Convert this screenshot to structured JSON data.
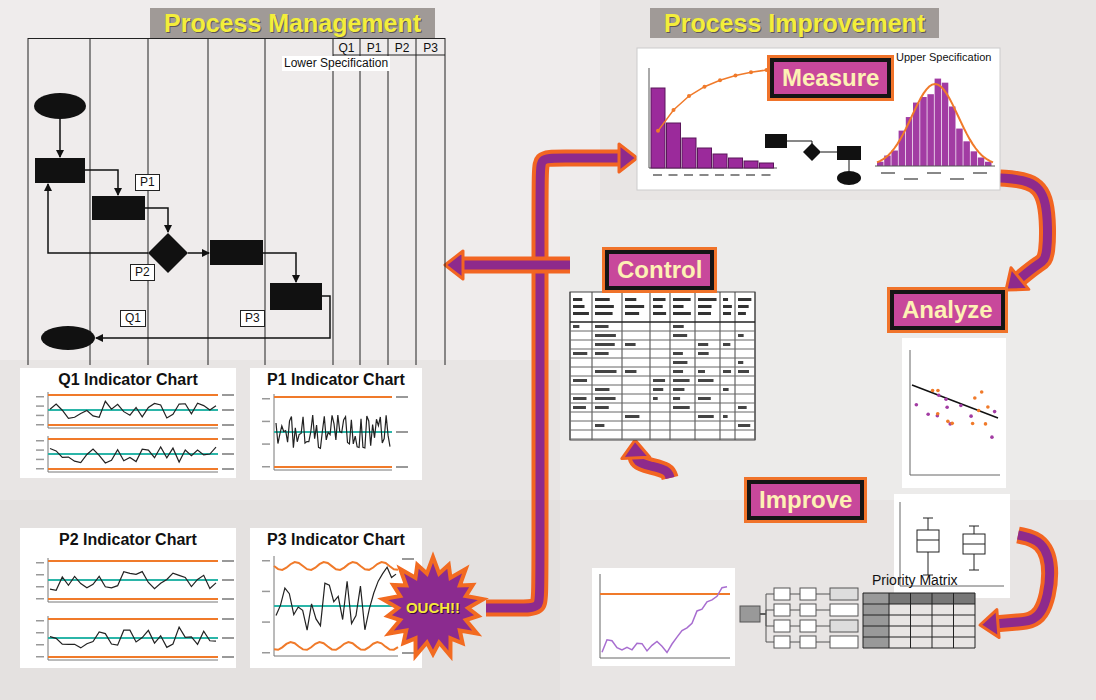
{
  "diagram": {
    "nodes": [
      {
        "text": [
          "Process Management"
        ]
      },
      {
        "text": [
          "Process Improvement"
        ]
      },
      {
        "text": [
          "Q1",
          "P1",
          "P2",
          "P3"
        ]
      },
      {
        "text": [
          "P1"
        ],
        "in": 2
      },
      {
        "text": [
          "P2"
        ],
        "in": 2
      },
      {
        "text": [
          "Q1"
        ],
        "in": 2
      },
      {
        "text": [
          "P3"
        ],
        "in": 2
      },
      {
        "text": [
          "Measure"
        ]
      },
      {
        "text": [
          "Control"
        ]
      },
      {
        "text": [
          "Analyze"
        ]
      },
      {
        "text": [
          "Q1 Indicator Chart"
        ]
      },
      {
        "text": [
          "P1 Indicator Chart"
        ]
      },
      {
        "text": [
          "P2 Indicator Chart"
        ]
      },
      {
        "text": [
          "P3 Indicator Chart"
        ]
      },
      {
        "text": [
          "Improve"
        ]
      },
      {
        "text": [
          "OUCH!!"
        ]
      }
    ],
    "edges": [
      {
        "from": 15,
        "to": 7,
        "arrow": "to"
      },
      {
        "from": 7,
        "to": 9,
        "arrow": "to"
      },
      {
        "from": 9,
        "to": 14,
        "arrow": "to"
      },
      {
        "from": 14,
        "to": 8,
        "arrow": "to"
      },
      {
        "from": 8,
        "to": 2,
        "arrow": "to"
      }
    ],
    "labels": [
      "Lower Specification",
      "Upper Specification",
      "Priority Matrix"
    ]
  }
}
